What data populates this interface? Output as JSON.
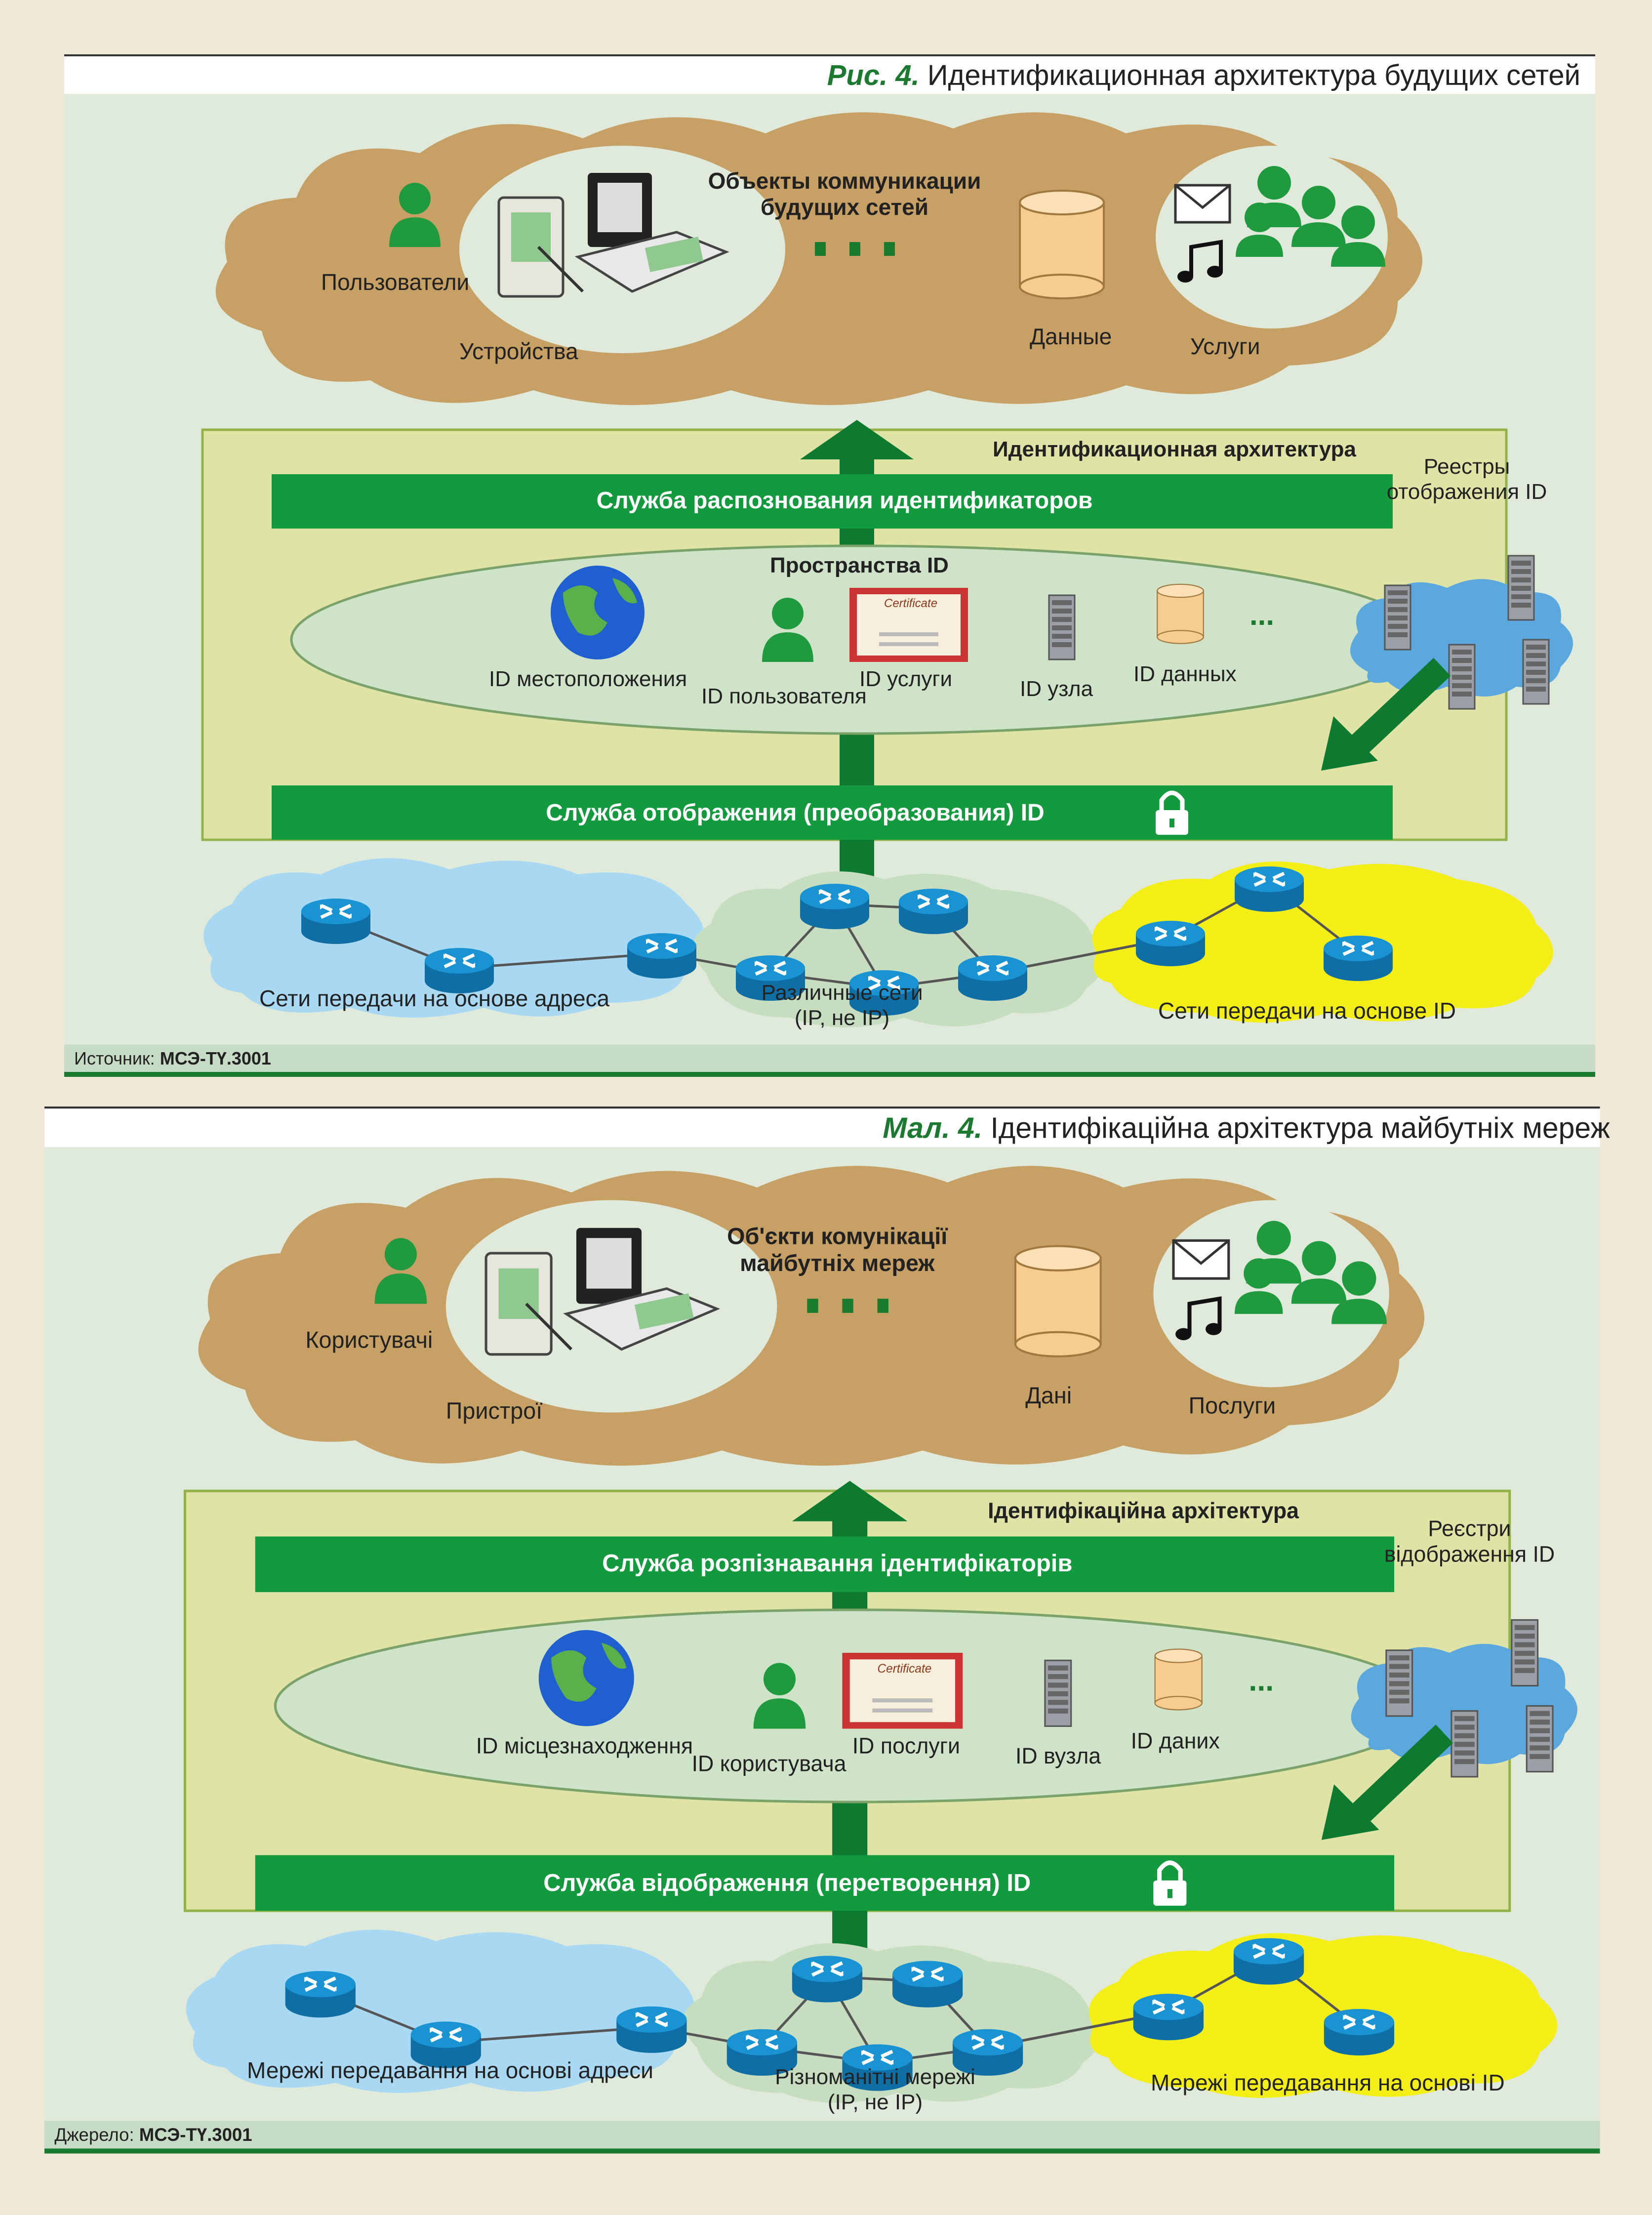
{
  "panels": [
    {
      "fig_label": "Рис. 4.",
      "fig_title": "Идентификационная архитектура будущих сетей",
      "objects_title": "Объекты коммуникации будущих сетей",
      "users": "Пользователи",
      "devices": "Устройства",
      "ellipsis": "▪ ▪ ▪",
      "data": "Данные",
      "services": "Услуги",
      "arch_title": "Идентификационная архитектура",
      "recognition_bar": "Служба распознования идентификаторов",
      "registries": "Реестры отображения ID",
      "spaces_title": "Пространства ID",
      "id_location": "ID местоположения",
      "id_user": "ID пользователя",
      "id_service": "ID услуги",
      "id_node": "ID узла",
      "id_data": "ID данных",
      "dots": "...",
      "mapping_bar": "Служба отображения (преобразования) ID",
      "net_address": "Сети передачи на основе адреса",
      "net_various": "Различные сети (IP, не IP)",
      "net_id": "Сети передачи на основе ID",
      "source_label": "Источник:",
      "source_value": "МСЭ-ТҮ.3001",
      "certificate": "Certificate"
    },
    {
      "fig_label": "Мал. 4.",
      "fig_title": "Ідентифікаційна архітектура майбутніх мереж",
      "objects_title": "Об'єкти комунікації майбутніх мереж",
      "users": "Користувачі",
      "devices": "Пристрої",
      "ellipsis": "▪ ▪ ▪",
      "data": "Дані",
      "services": "Послуги",
      "arch_title": "Ідентифікаційна архітектура",
      "recognition_bar": "Служба розпізнавання ідентифікаторів",
      "registries": "Реєстри відображення ID",
      "spaces_title": "",
      "id_location": "ID місцезнаходження",
      "id_user": "ID користувача",
      "id_service": "ID послуги",
      "id_node": "ID вузла",
      "id_data": "ID даних",
      "dots": "...",
      "mapping_bar": "Служба відображення (перетворення) ID",
      "net_address": "Мережі передавання на основі адреси",
      "net_various": "Різноманітні мережі (IP, не IP)",
      "net_id": "Мережі передавання на основі ID",
      "source_label": "Джерело:",
      "source_value": "МСЭ-ТҮ.3001",
      "certificate": "Certificate"
    }
  ],
  "colors": {
    "panel_bg": "#dfeadb",
    "cloud_brown": "#c6a064",
    "arch_box": "#dfe4a6",
    "green_bar": "#139a3f",
    "ellipse": "#cfe3c8",
    "cloud_blue": "#a9d8f3",
    "cloud_green": "#c6ddc0",
    "cloud_yellow": "#f4ee17",
    "router": "#1689c7",
    "fig_label": "#1c7a30"
  }
}
